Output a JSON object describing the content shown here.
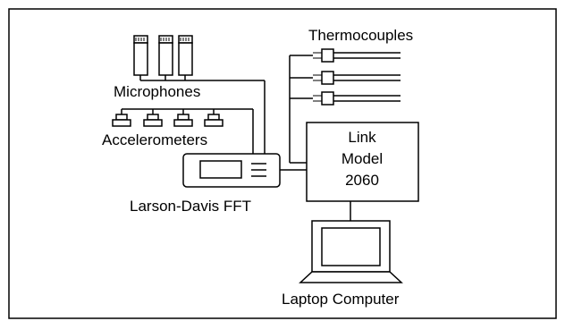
{
  "diagram": {
    "labels": {
      "microphones": "Microphones",
      "accelerometers": "Accelerometers",
      "fft": "Larson-Davis FFT",
      "thermocouples": "Thermocouples",
      "link_line1": "Link",
      "link_line2": "Model",
      "link_line3": "2060",
      "laptop": "Laptop Computer"
    }
  }
}
